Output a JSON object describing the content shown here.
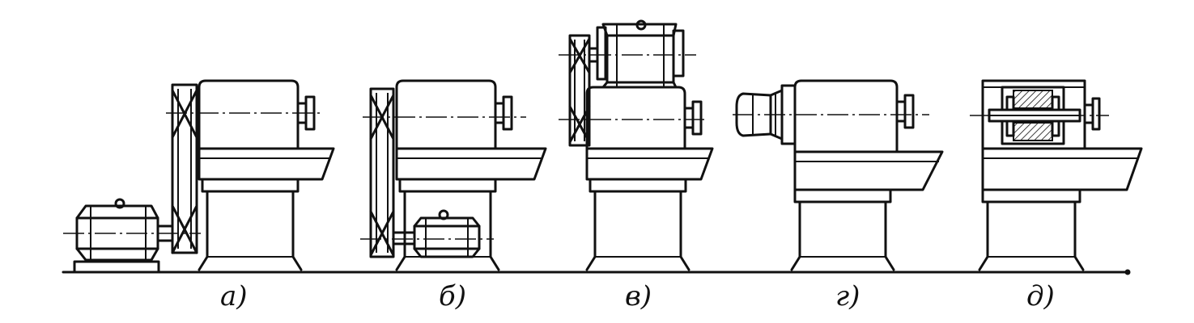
{
  "labels": {
    "a": "а)",
    "b": "б)",
    "v": "в)",
    "g": "г)",
    "d": "д)"
  },
  "style": {
    "ink": "#111111",
    "paper": "#ffffff"
  }
}
